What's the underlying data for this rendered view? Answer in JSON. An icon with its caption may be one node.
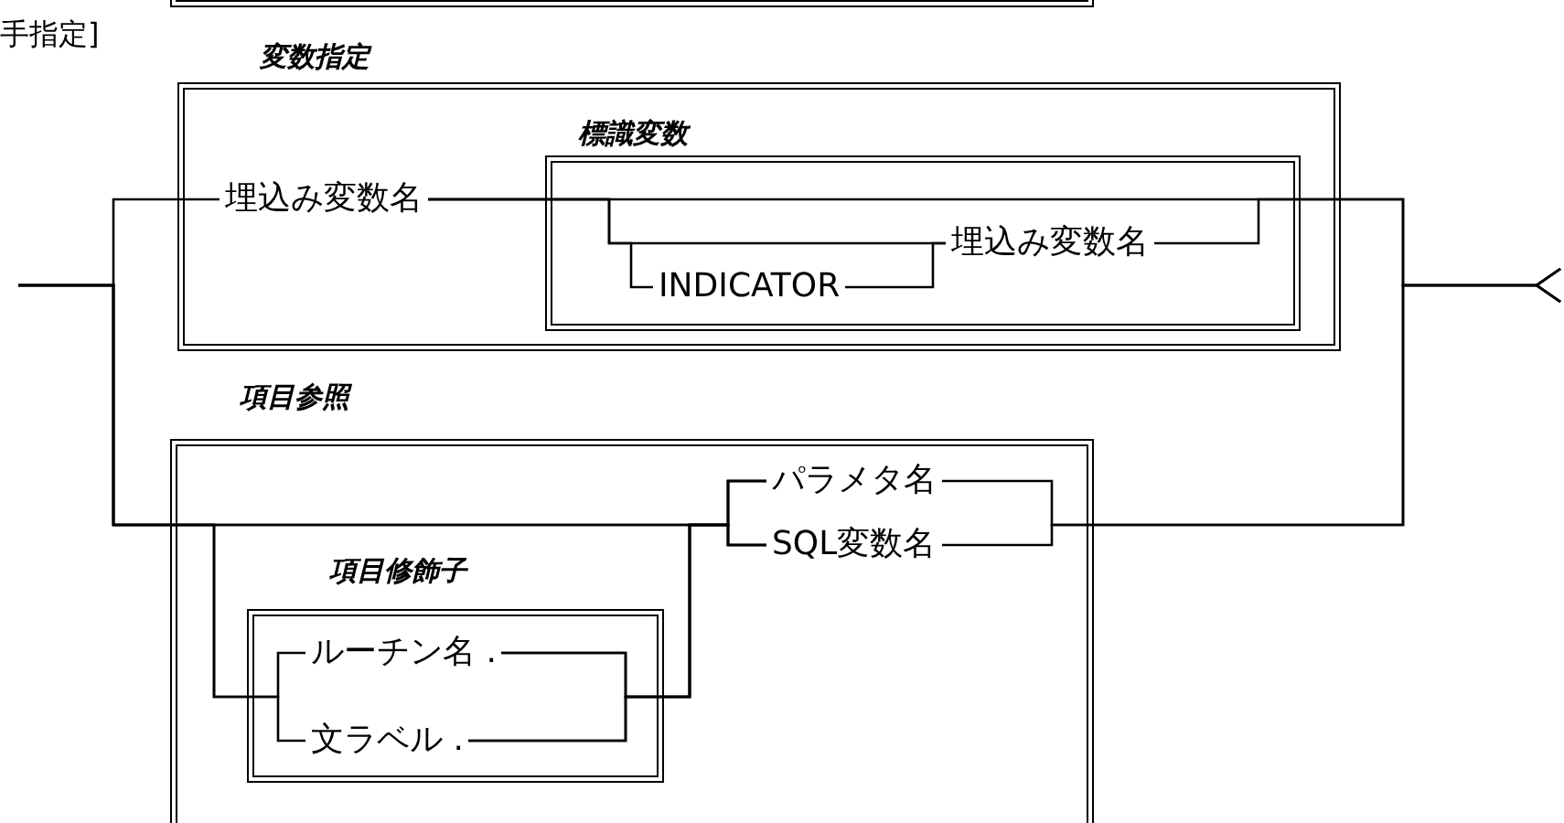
{
  "diagram": {
    "nodes": [
      {
        "text": [],
        "shape": "box"
      },
      {
        "text": [
          "変数指定"
        ]
      },
      {
        "text": [
          "埋込み変数名"
        ],
        "in": 1
      },
      {
        "text": [
          "標識変数"
        ],
        "in": 1
      },
      {
        "text": [
          "INDICATOR"
        ],
        "in": 3
      },
      {
        "text": [
          "埋込み変数名"
        ],
        "in": 3
      },
      {
        "text": [
          "項目参照"
        ]
      },
      {
        "text": [
          "項目修飾子"
        ],
        "in": 6
      },
      {
        "text": [
          "ルーチン名 ."
        ],
        "in": 7
      },
      {
        "text": [
          "文ラベル ."
        ],
        "in": 7
      },
      {
        "text": [
          "パラメタ名"
        ],
        "in": 6
      },
      {
        "text": [
          "SQL変数名"
        ],
        "in": 6
      }
    ],
    "edges": [
      {
        "from": null,
        "to": 2,
        "arrow": "none"
      },
      {
        "from": 2,
        "to": 4,
        "arrow": "none"
      },
      {
        "from": 4,
        "to": 5,
        "arrow": "none"
      },
      {
        "from": 2,
        "to": 5,
        "arrow": "none"
      },
      {
        "from": 5,
        "to": null,
        "arrow": "other"
      },
      {
        "from": 2,
        "to": null,
        "arrow": "other"
      },
      {
        "from": null,
        "to": 10,
        "arrow": "none"
      },
      {
        "from": null,
        "to": 11,
        "arrow": "none"
      },
      {
        "from": null,
        "to": 8,
        "arrow": "none"
      },
      {
        "from": null,
        "to": 9,
        "arrow": "none"
      },
      {
        "from": 8,
        "to": 10,
        "arrow": "none"
      },
      {
        "from": 8,
        "to": 11,
        "arrow": "none"
      },
      {
        "from": 9,
        "to": 10,
        "arrow": "none"
      },
      {
        "from": 9,
        "to": 11,
        "arrow": "none"
      },
      {
        "from": 10,
        "to": null,
        "arrow": "other"
      },
      {
        "from": 11,
        "to": null,
        "arrow": "other"
      }
    ],
    "labels": [
      "手指定]"
    ]
  }
}
